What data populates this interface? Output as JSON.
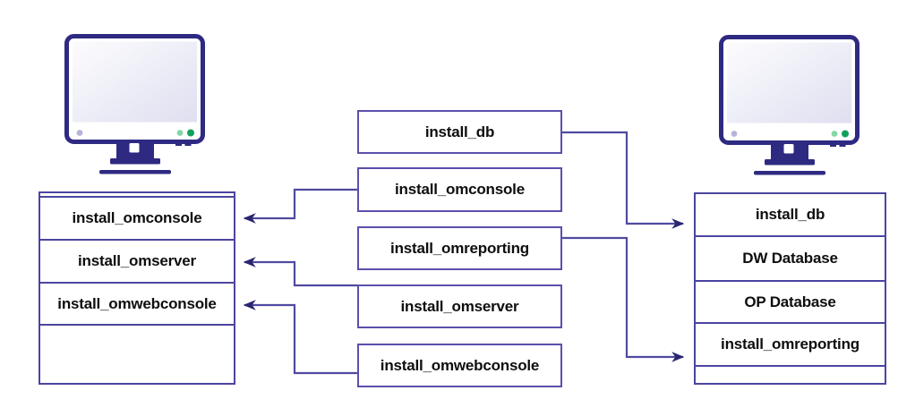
{
  "left_server": {
    "icon": "desktop-monitor-icon",
    "table_rows": [
      {
        "label": "install_omconsole"
      },
      {
        "label": "install_omserver"
      },
      {
        "label": "install_omwebconsole"
      },
      {
        "label": ""
      }
    ]
  },
  "right_server": {
    "icon": "desktop-monitor-icon",
    "table_rows": [
      {
        "label": "install_db"
      },
      {
        "label": "DW Database"
      },
      {
        "label": "OP Database"
      },
      {
        "label": "install_omreporting"
      },
      {
        "label": ""
      }
    ]
  },
  "scripts": {
    "boxes": [
      {
        "label": "install_db"
      },
      {
        "label": "install_omconsole"
      },
      {
        "label": "install_omreporting"
      },
      {
        "label": "install_omserver"
      },
      {
        "label": "install_omwebconsole"
      }
    ]
  },
  "connections": [
    {
      "from": "install_db",
      "to": "right-server: install_db"
    },
    {
      "from": "install_omconsole",
      "to": "left-server: install_omconsole"
    },
    {
      "from": "install_omreporting",
      "to": "right-server: install_omreporting"
    },
    {
      "from": "install_omserver",
      "to": "left-server: install_omserver"
    },
    {
      "from": "install_omwebconsole",
      "to": "left-server: install_omwebconsole"
    }
  ],
  "colors": {
    "monitor_frame": "#2e2a82",
    "table_border": "#4b45a1",
    "box_border": "#5a50ad",
    "connector_line": "#4f4aa0",
    "arrowhead": "#29266f",
    "text": "#0e0e0e",
    "power_led_dark_green": "#11a15b",
    "power_led_light_green": "#84d7a5",
    "indicator_lavender": "#b7b4d9"
  }
}
